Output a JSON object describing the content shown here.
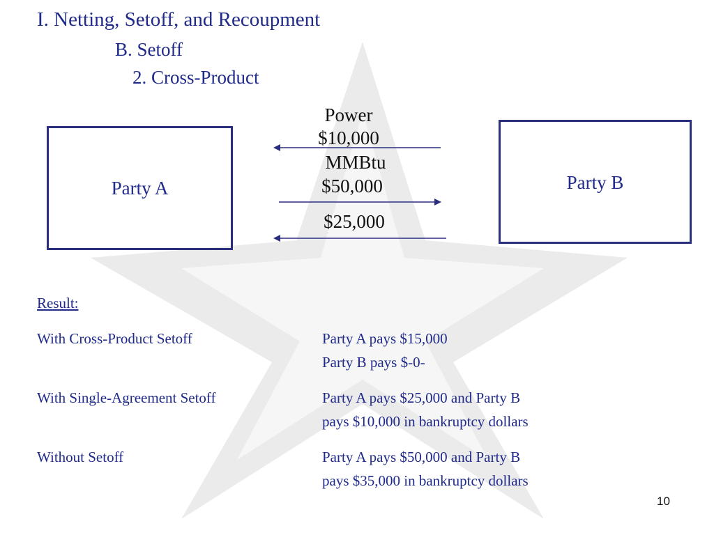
{
  "heading": {
    "line1": "I. Netting, Setoff, and Recoupment",
    "line2": "B. Setoff",
    "line3": "2.  Cross-Product"
  },
  "diagram": {
    "party_a": "Party A",
    "party_b": "Party B",
    "flow1_label_top": "Power",
    "flow1_amount": "$10,000",
    "flow2_label_top": "MMBtu",
    "flow2_amount": "$50,000",
    "flow3_amount": "$25,000"
  },
  "result": {
    "title": "Result:",
    "rows": [
      {
        "label": "With Cross-Product Setoff",
        "line1": "Party A pays $15,000",
        "line2": "Party B pays $-0-"
      },
      {
        "label": "With Single-Agreement Setoff",
        "line1": "Party A pays $25,000 and Party B",
        "line2": "pays $10,000 in bankruptcy dollars"
      },
      {
        "label": "Without Setoff",
        "line1": "Party A pays $50,000 and Party B",
        "line2": "pays $35,000 in bankruptcy dollars"
      }
    ]
  },
  "page_number": "10",
  "colors": {
    "navy": "#1f2a8a",
    "box_border": "#2a2f7d",
    "watermark": "#e6e6e6"
  }
}
